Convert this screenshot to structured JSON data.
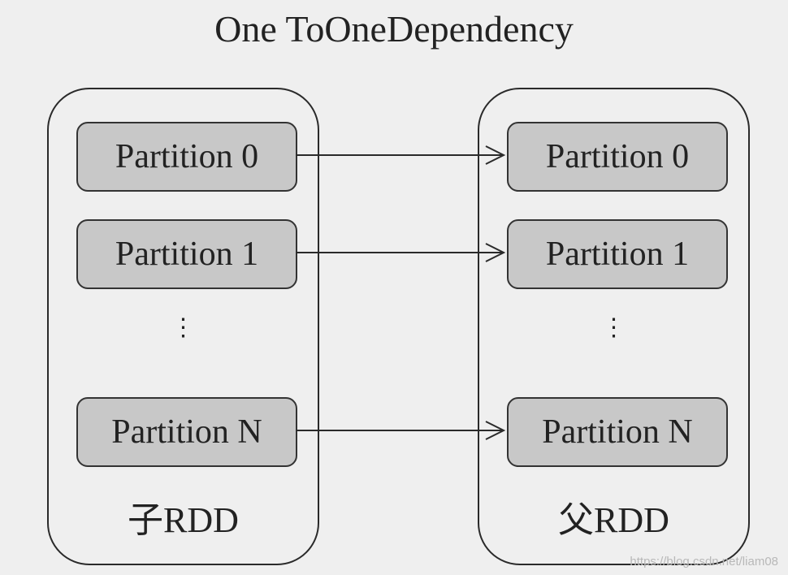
{
  "title": "One ToOneDependency",
  "child_rdd": {
    "partitions": [
      "Partition 0",
      "Partition 1",
      "Partition N"
    ],
    "ellipsis": ":\n:",
    "label": "子RDD"
  },
  "parent_rdd": {
    "partitions": [
      "Partition 0",
      "Partition 1",
      "Partition N"
    ],
    "ellipsis": ":\n:",
    "label": "父RDD"
  },
  "watermark": "https://blog.csdn.net/liam08"
}
